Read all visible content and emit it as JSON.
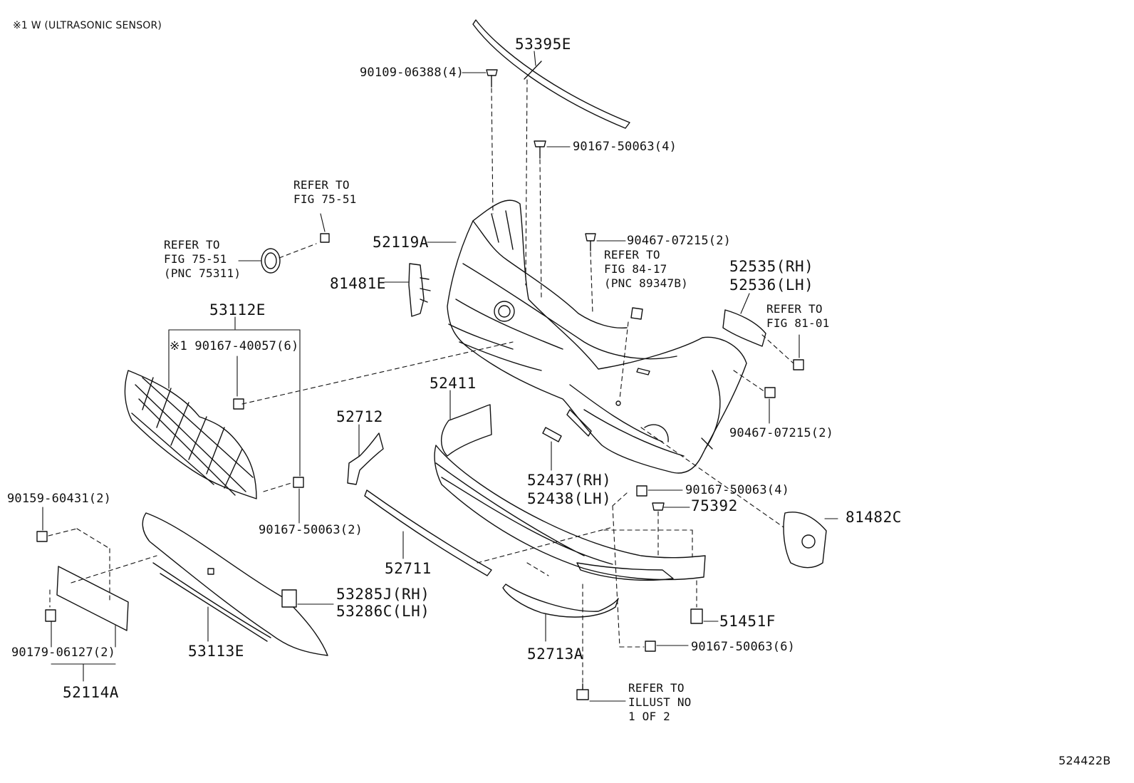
{
  "note": "※1 W (ULTRASONIC SENSOR)",
  "diagram_code": "524422B",
  "labels": {
    "p53395E": "53395E",
    "p90109_06388": "90109-06388(4)",
    "p90167_50063_4a": "90167-50063(4)",
    "p52119A": "52119A",
    "p90467_07215_a": "90467-07215(2)",
    "refer_84_17_1": "REFER TO",
    "refer_84_17_2": "FIG 84-17",
    "refer_84_17_3": "(PNC 89347B)",
    "p81481E": "81481E",
    "refer_75_51_top_1": "REFER TO",
    "refer_75_51_top_2": "FIG 75-51",
    "refer_75_51_left_1": "REFER TO",
    "refer_75_51_left_2": "FIG 75-51",
    "refer_75_51_left_3": "(PNC 75311)",
    "p52535": "52535(RH)",
    "p52536": "52536(LH)",
    "refer_81_01_1": "REFER TO",
    "refer_81_01_2": "FIG 81-01",
    "p53112E": "53112E",
    "p90167_40057": "※1 90167-40057(6)",
    "p52411": "52411",
    "p52712": "52712",
    "p90467_07215_b": "90467-07215(2)",
    "p52437": "52437(RH)",
    "p52438": "52438(LH)",
    "p90167_50063_4b": "90167-50063(4)",
    "p75392": "75392",
    "p81482C": "81482C",
    "p90159_60431": "90159-60431(2)",
    "p90167_50063_2": "90167-50063(2)",
    "p52711": "52711",
    "p53285J": "53285J(RH)",
    "p53286C": "53286C(LH)",
    "p51451F": "51451F",
    "p90179_06127": "90179-06127(2)",
    "p53113E": "53113E",
    "p52713A": "52713A",
    "p90167_50063_6": "90167-50063(6)",
    "p52114A": "52114A",
    "refer_illust_1": "REFER TO",
    "refer_illust_2": "ILLUST NO",
    "refer_illust_3": "1 OF 2"
  }
}
